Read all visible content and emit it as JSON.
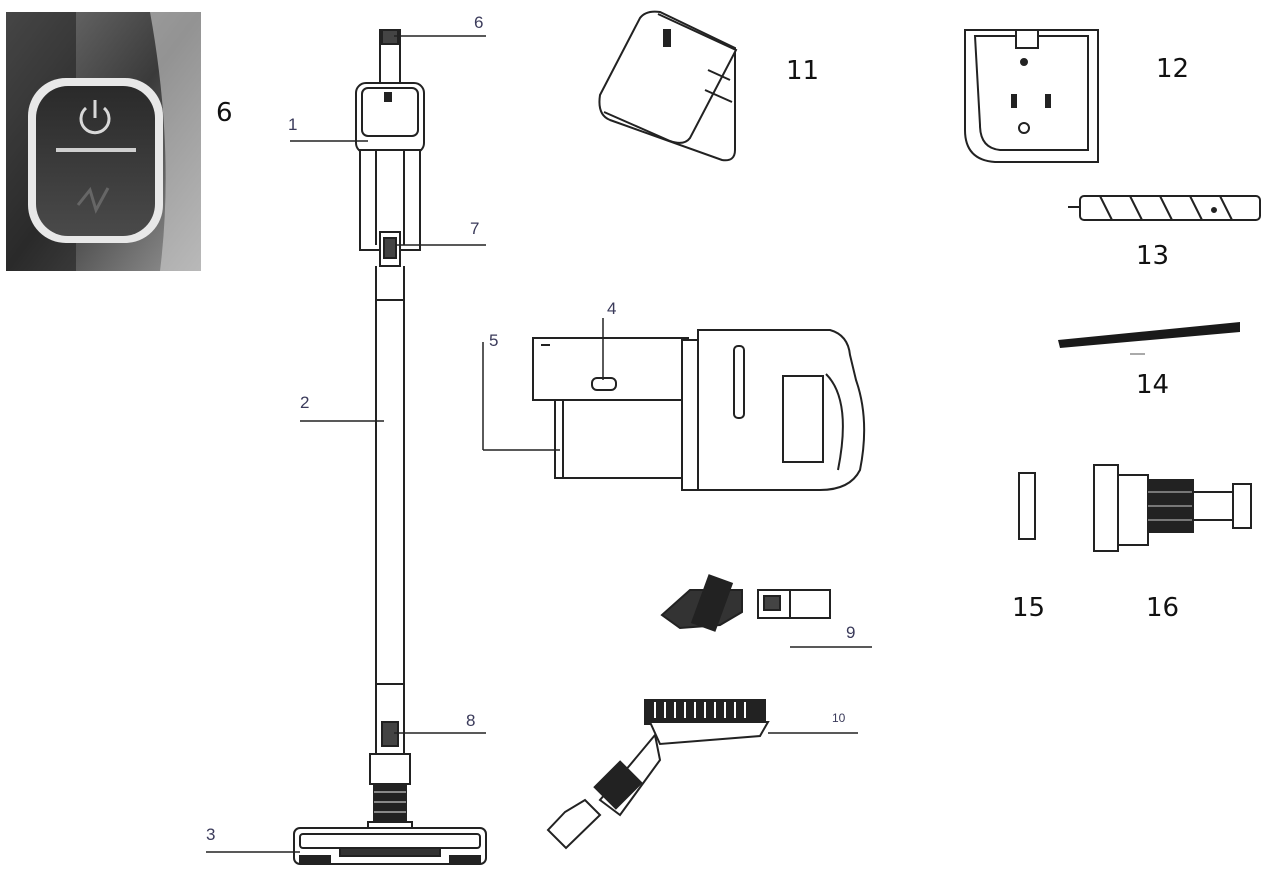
{
  "labels": {
    "p1": "1",
    "p2": "2",
    "p3": "3",
    "p4": "4",
    "p5": "5",
    "p6_top": "6",
    "p6_photo": "6",
    "p7": "7",
    "p8": "8",
    "p9": "9",
    "p10": "10",
    "p11": "11",
    "p12": "12",
    "p13": "13",
    "p14": "14",
    "p15": "15",
    "p16": "16"
  }
}
